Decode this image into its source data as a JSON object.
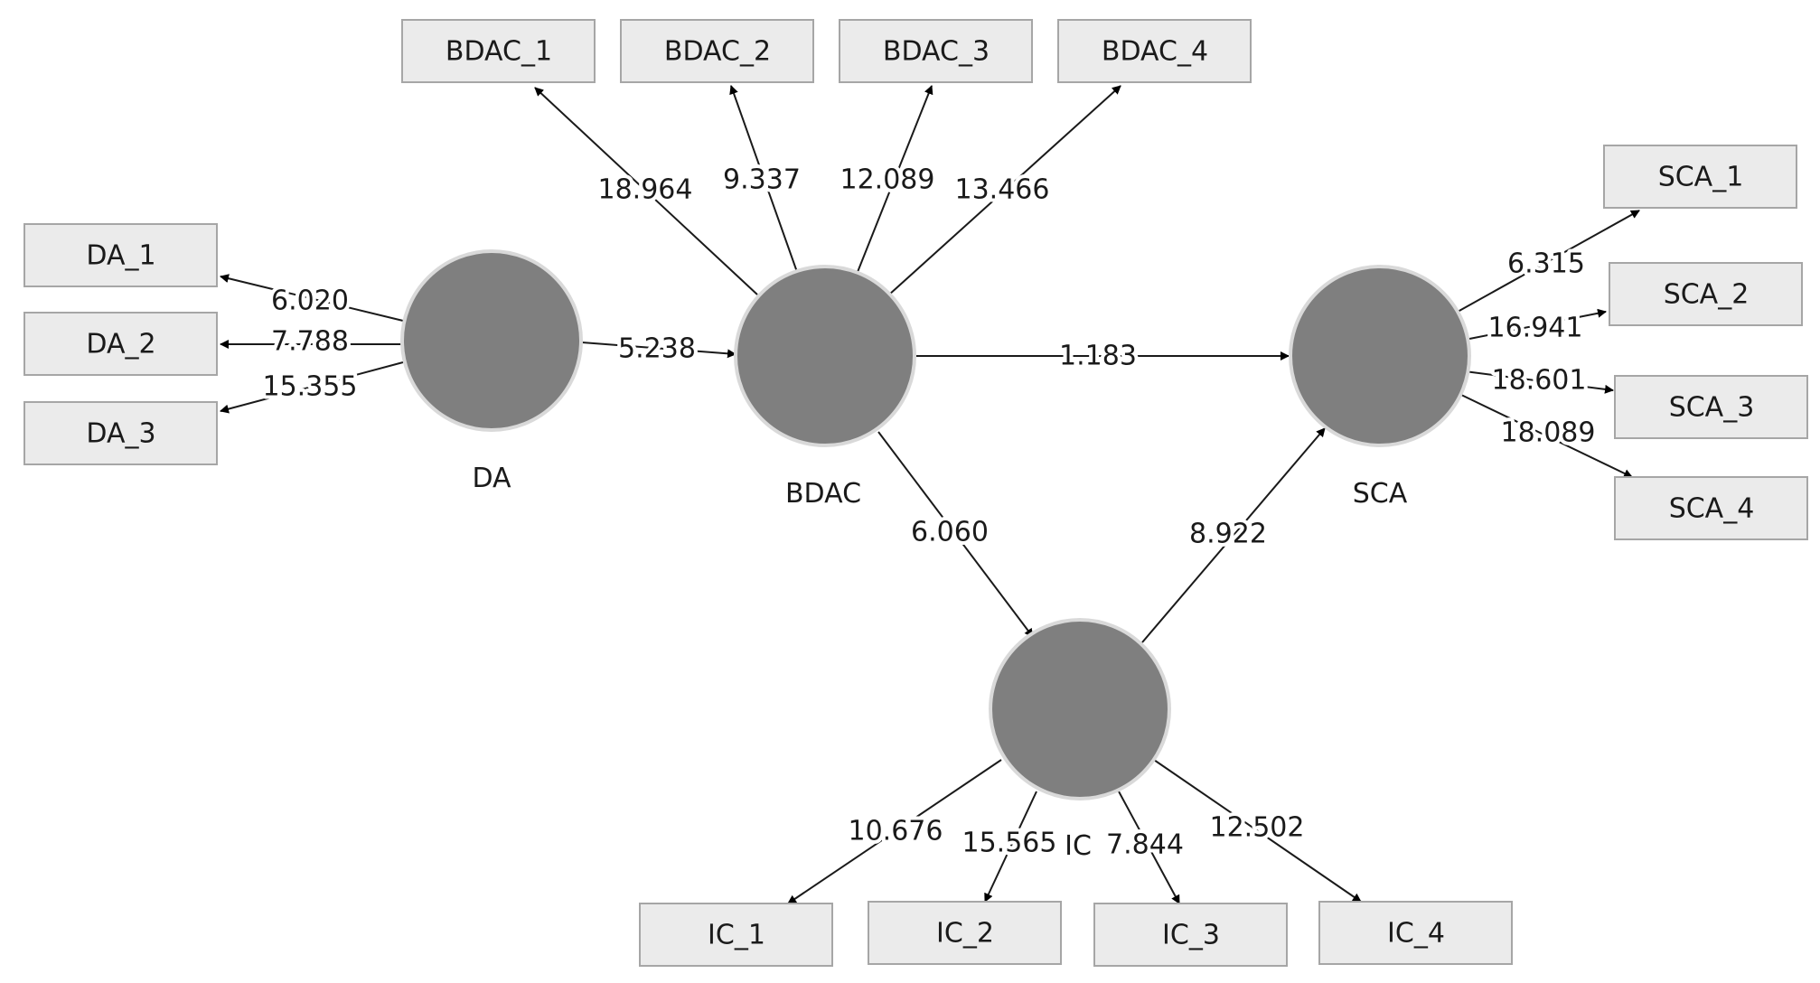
{
  "constructs": {
    "DA": {
      "label": "DA"
    },
    "BDAC": {
      "label": "BDAC"
    },
    "SCA": {
      "label": "SCA"
    },
    "IC": {
      "label": "IC"
    }
  },
  "indicators": {
    "DA_1": {
      "label": "DA_1",
      "loading": "6.020"
    },
    "DA_2": {
      "label": "DA_2",
      "loading": "7.788"
    },
    "DA_3": {
      "label": "DA_3",
      "loading": "15.355"
    },
    "BDAC_1": {
      "label": "BDAC_1",
      "loading": "18.964"
    },
    "BDAC_2": {
      "label": "BDAC_2",
      "loading": "9.337"
    },
    "BDAC_3": {
      "label": "BDAC_3",
      "loading": "12.089"
    },
    "BDAC_4": {
      "label": "BDAC_4",
      "loading": "13.466"
    },
    "SCA_1": {
      "label": "SCA_1",
      "loading": "6.315"
    },
    "SCA_2": {
      "label": "SCA_2",
      "loading": "16.941"
    },
    "SCA_3": {
      "label": "SCA_3",
      "loading": "18.601"
    },
    "SCA_4": {
      "label": "SCA_4",
      "loading": "18.089"
    },
    "IC_1": {
      "label": "IC_1",
      "loading": "10.676"
    },
    "IC_2": {
      "label": "IC_2",
      "loading": "15.565"
    },
    "IC_3": {
      "label": "IC_3",
      "loading": "7.844"
    },
    "IC_4": {
      "label": "IC_4",
      "loading": "12.502"
    }
  },
  "paths": {
    "DA_BDAC": {
      "value": "5.238"
    },
    "BDAC_SCA": {
      "value": "1.183"
    },
    "BDAC_IC": {
      "value": "6.060"
    },
    "IC_SCA": {
      "value": "8.922"
    }
  },
  "colors": {
    "construct_fill": "#7f7f7f",
    "construct_stroke": "#d9d9d9",
    "indicator_fill": "#ebebeb",
    "indicator_stroke": "#a6a6a6",
    "line": "#1a1a1a"
  }
}
